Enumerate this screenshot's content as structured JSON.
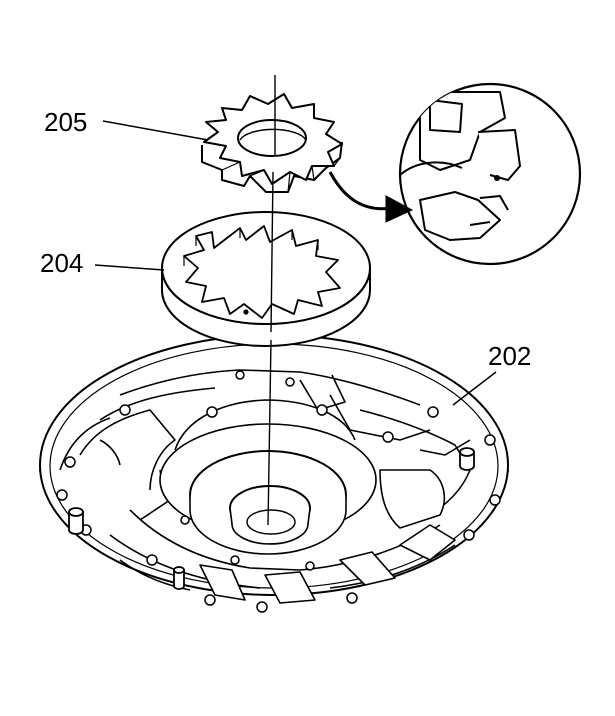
{
  "callouts": {
    "part_205": "205",
    "part_204": "204",
    "part_202": "202"
  },
  "colors": {
    "ink": "#000000",
    "paper": "#ffffff"
  }
}
